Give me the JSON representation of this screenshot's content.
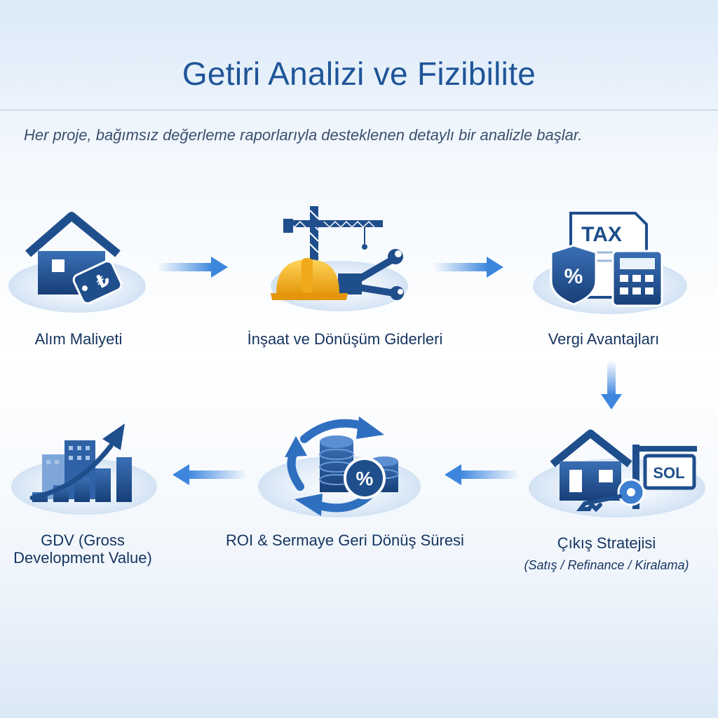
{
  "header": {
    "title": "Getiri Analizi ve Fizibilite",
    "subtitle": "Her proje, bağımsız değerleme raporlarıyla desteklenen detaylı bir analizle başlar."
  },
  "steps": [
    {
      "label": "Alım Maliyeti",
      "icon_text": "₺"
    },
    {
      "label": "İnşaat ve Dönüşüm Giderleri"
    },
    {
      "label": "Vergi Avantajları",
      "icon_text": "TAX",
      "icon_text2": "%"
    },
    {
      "label": "Çıkış Stratejisi",
      "sublabel": "(Satış / Refinance / Kiralama)",
      "icon_text": "SOL"
    },
    {
      "label": "ROI & Sermaye Geri Dönüş Süresi",
      "icon_text": "%"
    },
    {
      "label": "GDV (Gross Development Value)"
    }
  ],
  "colors": {
    "primary": "#1f4e8c",
    "accent": "#4a90e2",
    "yellow": "#f5b71f"
  }
}
